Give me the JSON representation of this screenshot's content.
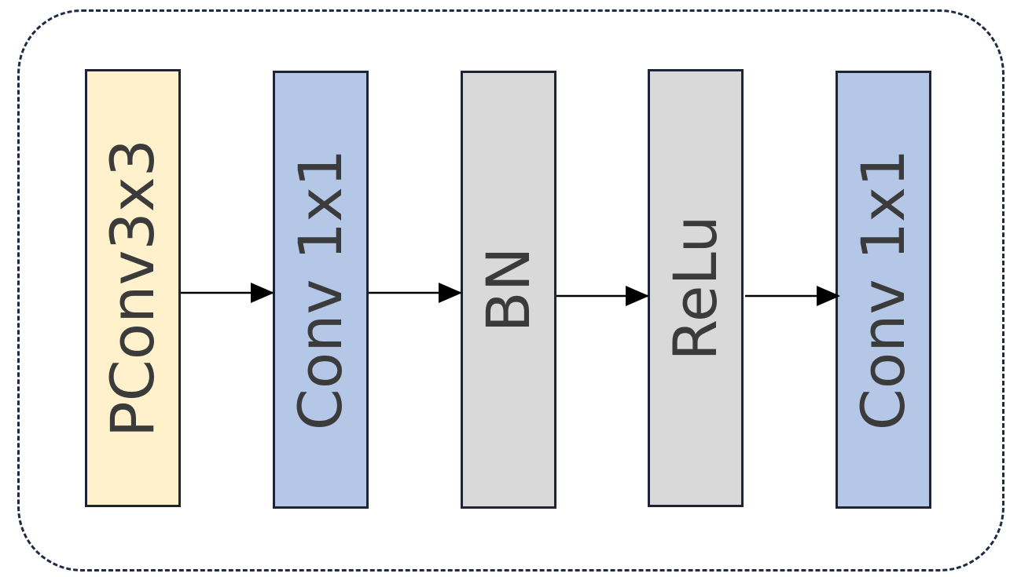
{
  "diagram": {
    "frame": {
      "border_color": "#1f2a44",
      "style": "dashed"
    },
    "blocks": [
      {
        "id": "pconv3x3",
        "label": "PConv3x3",
        "fill": "#fff1cc"
      },
      {
        "id": "conv1x1-a",
        "label": "Conv 1x1",
        "fill": "#b4c7e7"
      },
      {
        "id": "bn",
        "label": "BN",
        "fill": "#d9d9d9"
      },
      {
        "id": "relu",
        "label": "ReLu",
        "fill": "#d9d9d9"
      },
      {
        "id": "conv1x1-b",
        "label": "Conv 1x1",
        "fill": "#b4c7e7"
      }
    ],
    "edges": [
      {
        "from": "pconv3x3",
        "to": "conv1x1-a"
      },
      {
        "from": "conv1x1-a",
        "to": "bn"
      },
      {
        "from": "bn",
        "to": "relu"
      },
      {
        "from": "relu",
        "to": "conv1x1-b"
      }
    ],
    "arrow_color": "#000000"
  }
}
